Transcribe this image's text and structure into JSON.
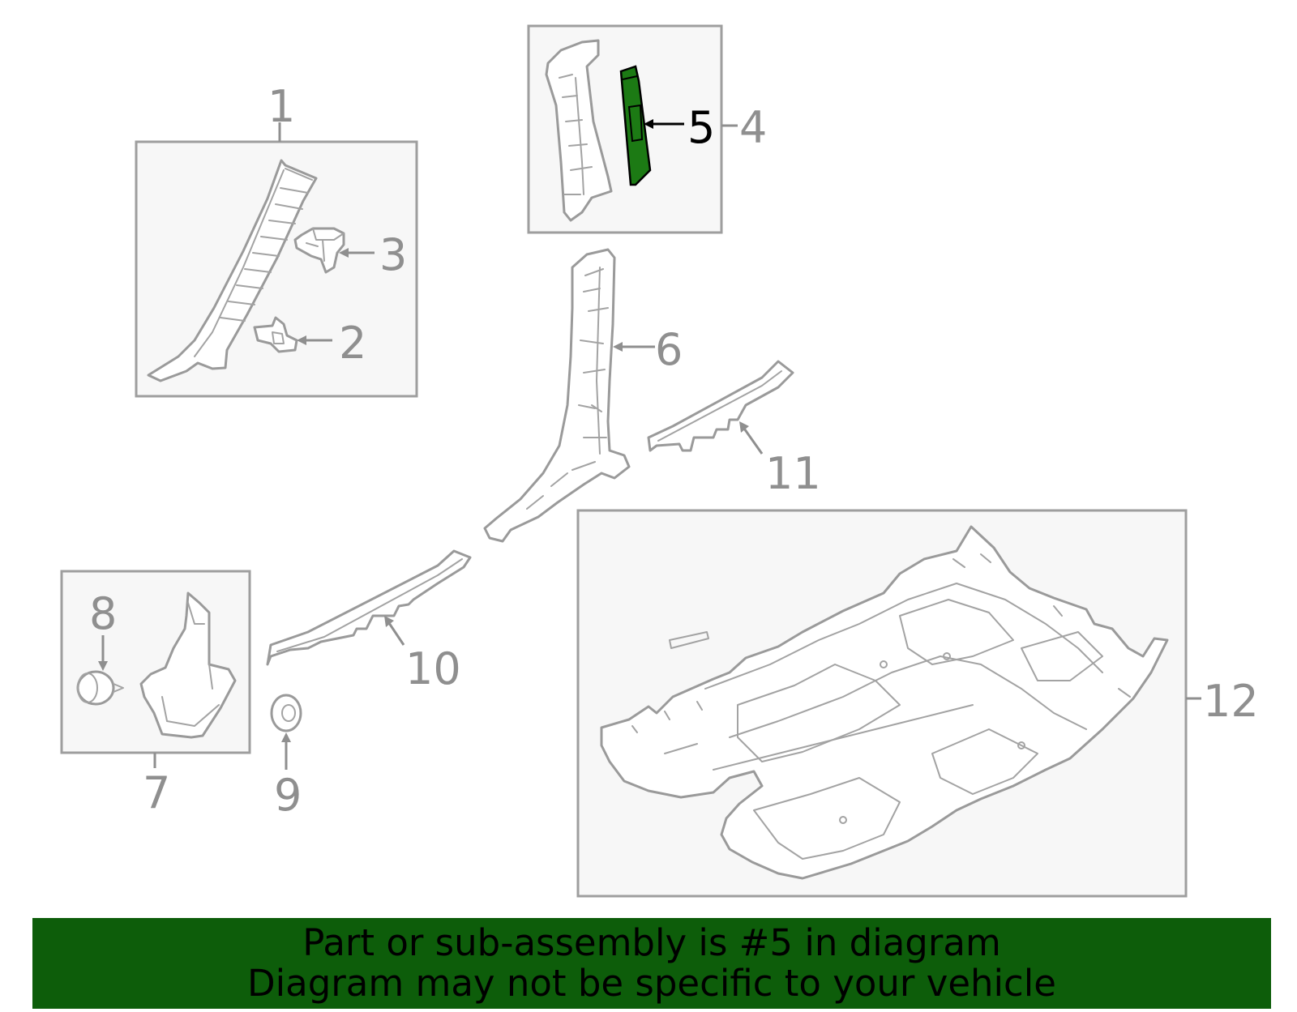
{
  "diagram": {
    "callouts": {
      "c1": "1",
      "c2": "2",
      "c3": "3",
      "c4": "4",
      "c5": "5",
      "c6": "6",
      "c7": "7",
      "c8": "8",
      "c9": "9",
      "c10": "10",
      "c11": "11",
      "c12": "12"
    },
    "highlighted_part": "5",
    "highlight_color": "#1c7a14"
  },
  "banner": {
    "line1": "Part or sub-assembly is #5 in diagram",
    "line2": "Diagram may not be specific to your vehicle",
    "background": "#0d5d0a"
  }
}
